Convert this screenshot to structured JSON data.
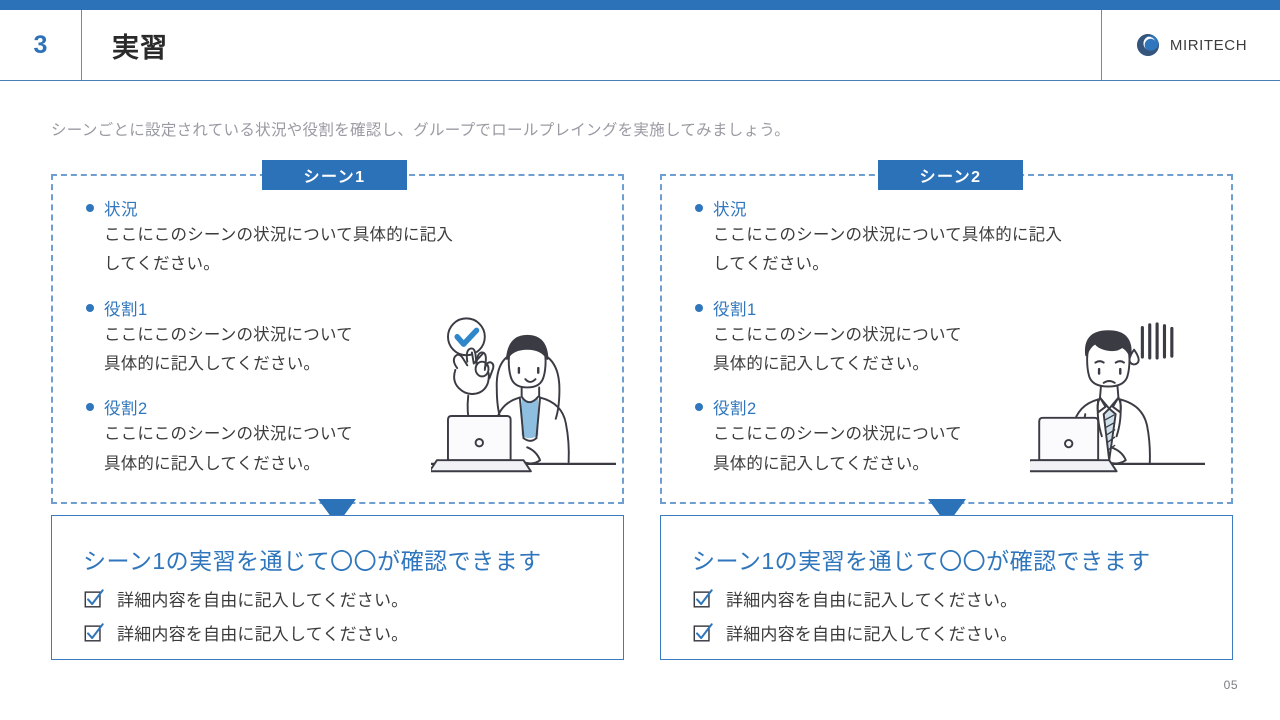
{
  "header": {
    "number": "3",
    "title": "実習",
    "logo_text": "MIRITECH",
    "logo_icon": "spiral-logo-icon",
    "accent_color": "#2c72b8"
  },
  "lead_text": "シーンごとに設定されている状況や役割を確認し、グループでロールプレイングを実施してみましょう。",
  "scenes": [
    {
      "tab_label": "シーン1",
      "illustration": "woman-ok-gesture-laptop-illustration",
      "blocks": [
        {
          "title": "状況",
          "body": "ここにこのシーンの状況について具体的に記入\nしてください。"
        },
        {
          "title": "役割1",
          "body": "ここにこのシーンの状況について\n具体的に記入してください。"
        },
        {
          "title": "役割2",
          "body": "ここにこのシーンの状況について\n具体的に記入してください。"
        }
      ],
      "conclusion": {
        "title": "シーン1の実習を通じて〇〇が確認できます",
        "checks": [
          "詳細内容を自由に記入してください。",
          "詳細内容を自由に記入してください。"
        ]
      }
    },
    {
      "tab_label": "シーン2",
      "illustration": "worried-man-sweat-laptop-illustration",
      "blocks": [
        {
          "title": "状況",
          "body": "ここにこのシーンの状況について具体的に記入\nしてください。"
        },
        {
          "title": "役割1",
          "body": "ここにこのシーンの状況について\n具体的に記入してください。"
        },
        {
          "title": "役割2",
          "body": "ここにこのシーンの状況について\n具体的に記入してください。"
        }
      ],
      "conclusion": {
        "title": "シーン1の実習を通じて〇〇が確認できます",
        "checks": [
          "詳細内容を自由に記入してください。",
          "詳細内容を自由に記入してください。"
        ]
      }
    }
  ],
  "page_number": "05"
}
